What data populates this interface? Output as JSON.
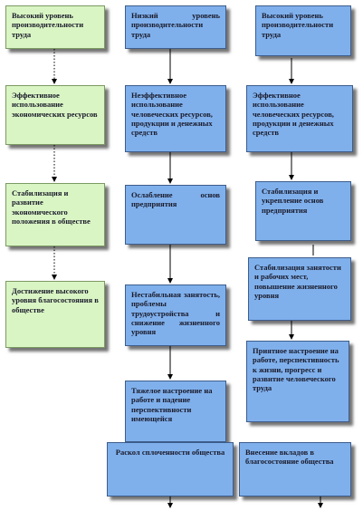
{
  "columns": {
    "left": [
      "Высокий уровень производительности труда",
      "Эффективное использование экономических ресурсов",
      "Стабилизация и развитие экономического положения в обществе",
      "Достижение высокого уровня благосостояния в обществе"
    ],
    "middle": [
      "Низкий уровень производительности труда",
      "Неэффективное использование человеческих ресурсов, продукции и денежных средств",
      "Ослабление основ предприятия",
      "Нестабильная занятость, проблемы трудоустройства и снижение жизненного уровня",
      "Тяжелое настроение на работе и падение перспективности имеющейся"
    ],
    "right": [
      "Высокий уровень производительности труда",
      "Эффективное использование человеческих ресурсов, продукции и денежных средств",
      "Стабилизация и укрепление основ предприятия",
      "Стабилизация занятости и рабочих мест, повышение жизненного уровня",
      "Приятное настроение на работе, перспективность к жизни, прогресс и развитие человеческого труда"
    ]
  },
  "bottom": {
    "left": "Раскол сплоченности общества",
    "right": "Внесение вкладов в благосостояние общества"
  },
  "colors": {
    "green_fill": "#d9f5c4",
    "blue_fill": "#7fb0ec"
  }
}
